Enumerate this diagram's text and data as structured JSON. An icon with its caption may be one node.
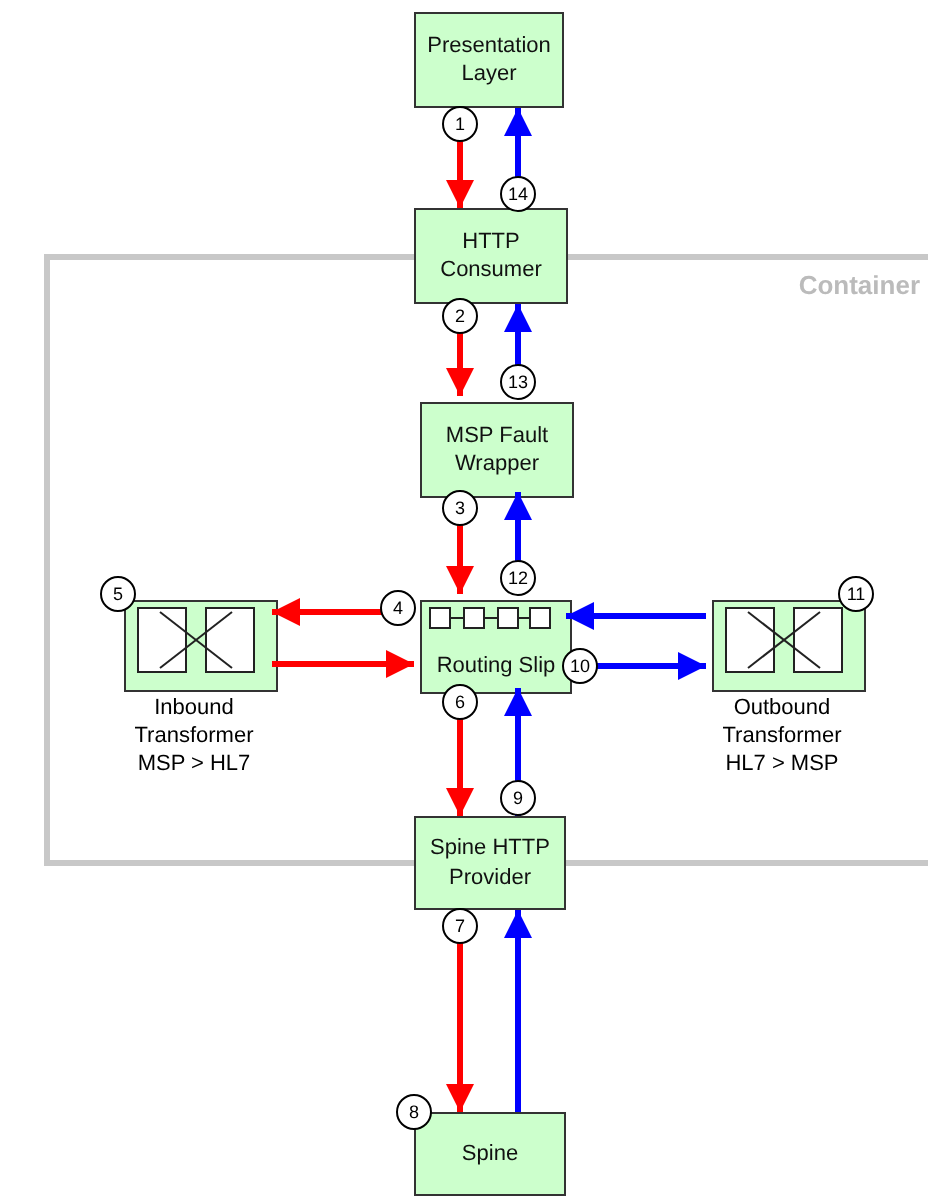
{
  "diagram": {
    "nodes": [
      {
        "text": [
          "Container"
        ]
      },
      {
        "text": [
          "Presentation Layer"
        ]
      },
      {
        "text": [
          "HTTP Consumer"
        ]
      },
      {
        "text": [
          "MSP Fault Wrapper"
        ],
        "in": 0
      },
      {
        "text": [
          "Routing Slip"
        ],
        "in": 0
      },
      {
        "text": [],
        "shape": "box",
        "beside": [
          "Inbound Transformer MSP > HL7"
        ],
        "in": 0
      },
      {
        "text": [],
        "shape": "box",
        "beside": [
          "Outbound Transformer HL7 > MSP"
        ],
        "in": 0
      },
      {
        "text": [
          "Spine HTTP Provider"
        ]
      },
      {
        "text": [
          "Spine"
        ]
      }
    ],
    "edges": [
      {
        "from": 1,
        "to": 2,
        "arrow": "to",
        "color": "#ff0000"
      },
      {
        "from": 2,
        "to": 3,
        "arrow": "to",
        "color": "#ff0000"
      },
      {
        "from": 3,
        "to": 4,
        "arrow": "to",
        "color": "#ff0000"
      },
      {
        "from": 4,
        "to": 5,
        "arrow": "to",
        "color": "#ff0000"
      },
      {
        "from": 5,
        "to": 4,
        "arrow": "to",
        "color": "#ff0000"
      },
      {
        "from": 4,
        "to": 7,
        "arrow": "to",
        "color": "#ff0000"
      },
      {
        "from": 7,
        "to": 8,
        "arrow": "to",
        "color": "#ff0000"
      },
      {
        "from": 8,
        "to": 7,
        "arrow": "to",
        "color": "#0000ff"
      },
      {
        "from": 7,
        "to": 4,
        "arrow": "to",
        "color": "#0000ff"
      },
      {
        "from": 4,
        "to": 6,
        "arrow": "to",
        "color": "#0000ff"
      },
      {
        "from": 6,
        "to": 4,
        "arrow": "to",
        "color": "#0000ff"
      },
      {
        "from": 4,
        "to": 3,
        "arrow": "to",
        "color": "#0000ff"
      },
      {
        "from": 3,
        "to": 2,
        "arrow": "to",
        "color": "#0000ff"
      },
      {
        "from": 2,
        "to": 1,
        "arrow": "to",
        "color": "#0000ff"
      }
    ],
    "labels": [
      "1",
      "14",
      "2",
      "13",
      "3",
      "12",
      "5",
      "4",
      "11",
      "10",
      "6",
      "9",
      "7",
      "8"
    ]
  }
}
